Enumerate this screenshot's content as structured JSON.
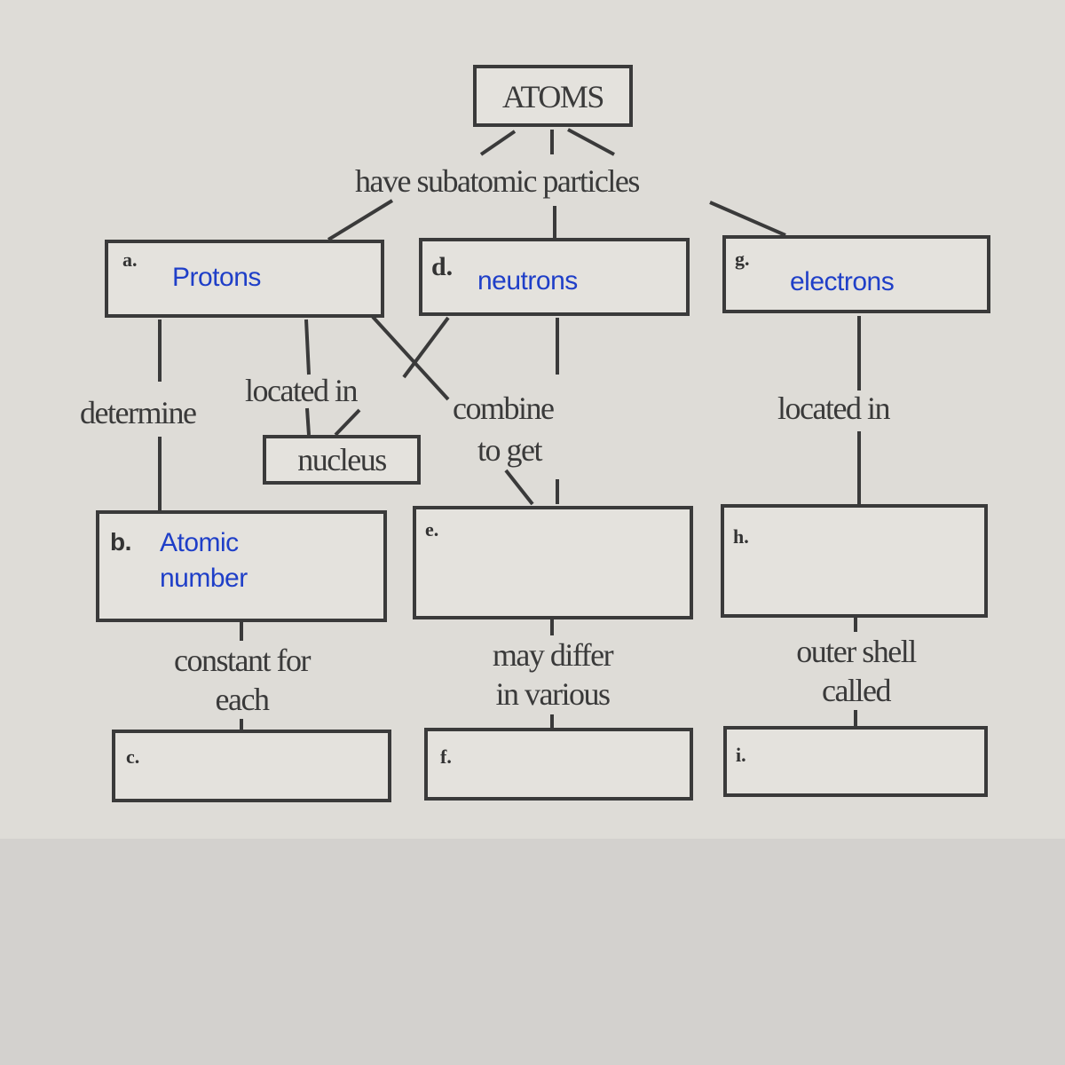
{
  "root": "ATOMS",
  "links": {
    "have": "have subatomic particles",
    "determine": "determine",
    "located_in_left": "located in",
    "combine": "combine",
    "to_get": "to get",
    "located_in_right": "located in",
    "constant_1": "constant for",
    "constant_2": "each",
    "differ_1": "may differ",
    "differ_2": "in various",
    "outer_1": "outer shell",
    "outer_2": "called"
  },
  "nucleus": "nucleus",
  "boxes": {
    "a": {
      "label": "a.",
      "answer": "Protons"
    },
    "d": {
      "label": "d.",
      "answer": "neutrons"
    },
    "g": {
      "label": "g.",
      "answer": "electrons"
    },
    "b": {
      "label": "b.",
      "answer_1": "Atomic",
      "answer_2": "number"
    },
    "e": {
      "label": "e."
    },
    "h": {
      "label": "h."
    },
    "c": {
      "label": "c."
    },
    "f": {
      "label": "f."
    },
    "i": {
      "label": "i."
    }
  },
  "colors": {
    "answer": "#1f3fc8",
    "ink": "#3a3a3a"
  }
}
